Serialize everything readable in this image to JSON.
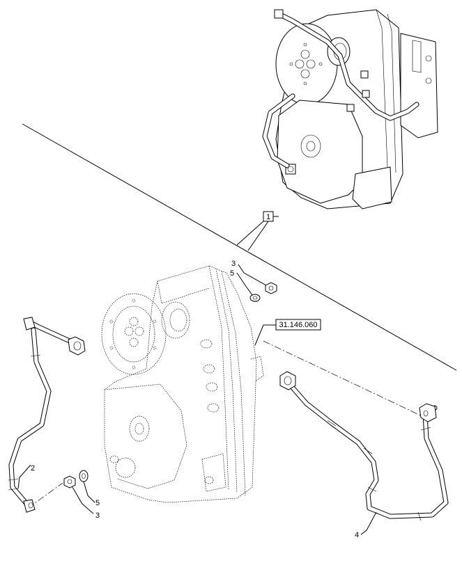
{
  "callouts": {
    "ref_box_1": "1",
    "ref_box_2": "31.146.060",
    "label_2": "2",
    "label_3_top": "3",
    "label_5_top": "5",
    "label_5_bottom": "5",
    "label_3_bottom": "3",
    "label_4": "4"
  }
}
